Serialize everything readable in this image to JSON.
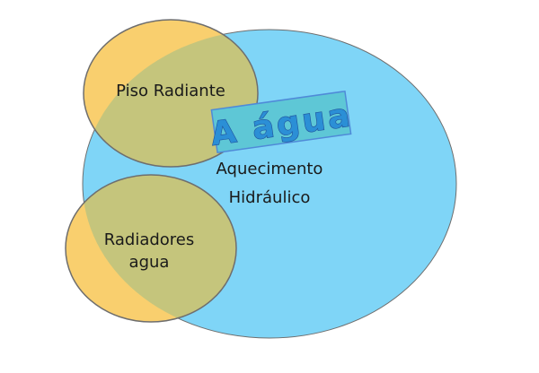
{
  "diagram": {
    "sets": {
      "main": {
        "line1": "Aquecimento",
        "line2": "Hidráulico"
      },
      "piso": {
        "label": "Piso Radiante"
      },
      "radiadores": {
        "line1": "Radiadores",
        "line2": "agua"
      }
    },
    "highlight": {
      "text": "A água"
    },
    "colors": {
      "main_fill": "#7FD5F7",
      "small_fill": "#F9CF6E",
      "overlap_fill": "#C5C57C",
      "outline": "#6E6E6E",
      "box_fill": "#5EC7D6",
      "box_border": "#4F8AD8",
      "big_text_fill": "#2B8FD6",
      "big_text_stroke": "#1E4F9A"
    }
  }
}
